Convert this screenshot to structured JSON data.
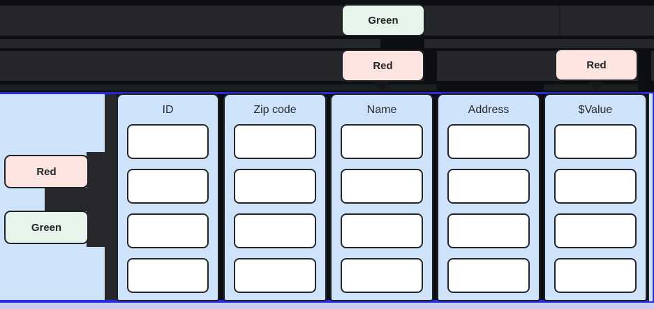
{
  "top_chips": {
    "green": "Green",
    "red_center": "Red",
    "red_right": "Red"
  },
  "side_chips": {
    "red": "Red",
    "green": "Green"
  },
  "table": {
    "columns": [
      {
        "header": "ID"
      },
      {
        "header": "Zip code"
      },
      {
        "header": "Name"
      },
      {
        "header": "Address"
      },
      {
        "header": "$Value"
      }
    ],
    "rows_per_column": 4
  },
  "colors": {
    "background_black": "#0c0e11",
    "sheet_band_gray": "#25272b",
    "sheet_band_dim": "#1b1e1e",
    "highlight_blue_fill": "#cee2fa",
    "highlight_blue_border": "#2929dd",
    "footer_lavender": "#c9cdf0",
    "chip_red_bg": "#fce4e1",
    "chip_green_bg": "#e7f4eb",
    "chip_border": "#202328",
    "chip_text": "#222529",
    "cell_border": "#24262b",
    "column_border": "#1d2025",
    "header_text": "#272a30",
    "cutout_dark": "#26282c"
  }
}
